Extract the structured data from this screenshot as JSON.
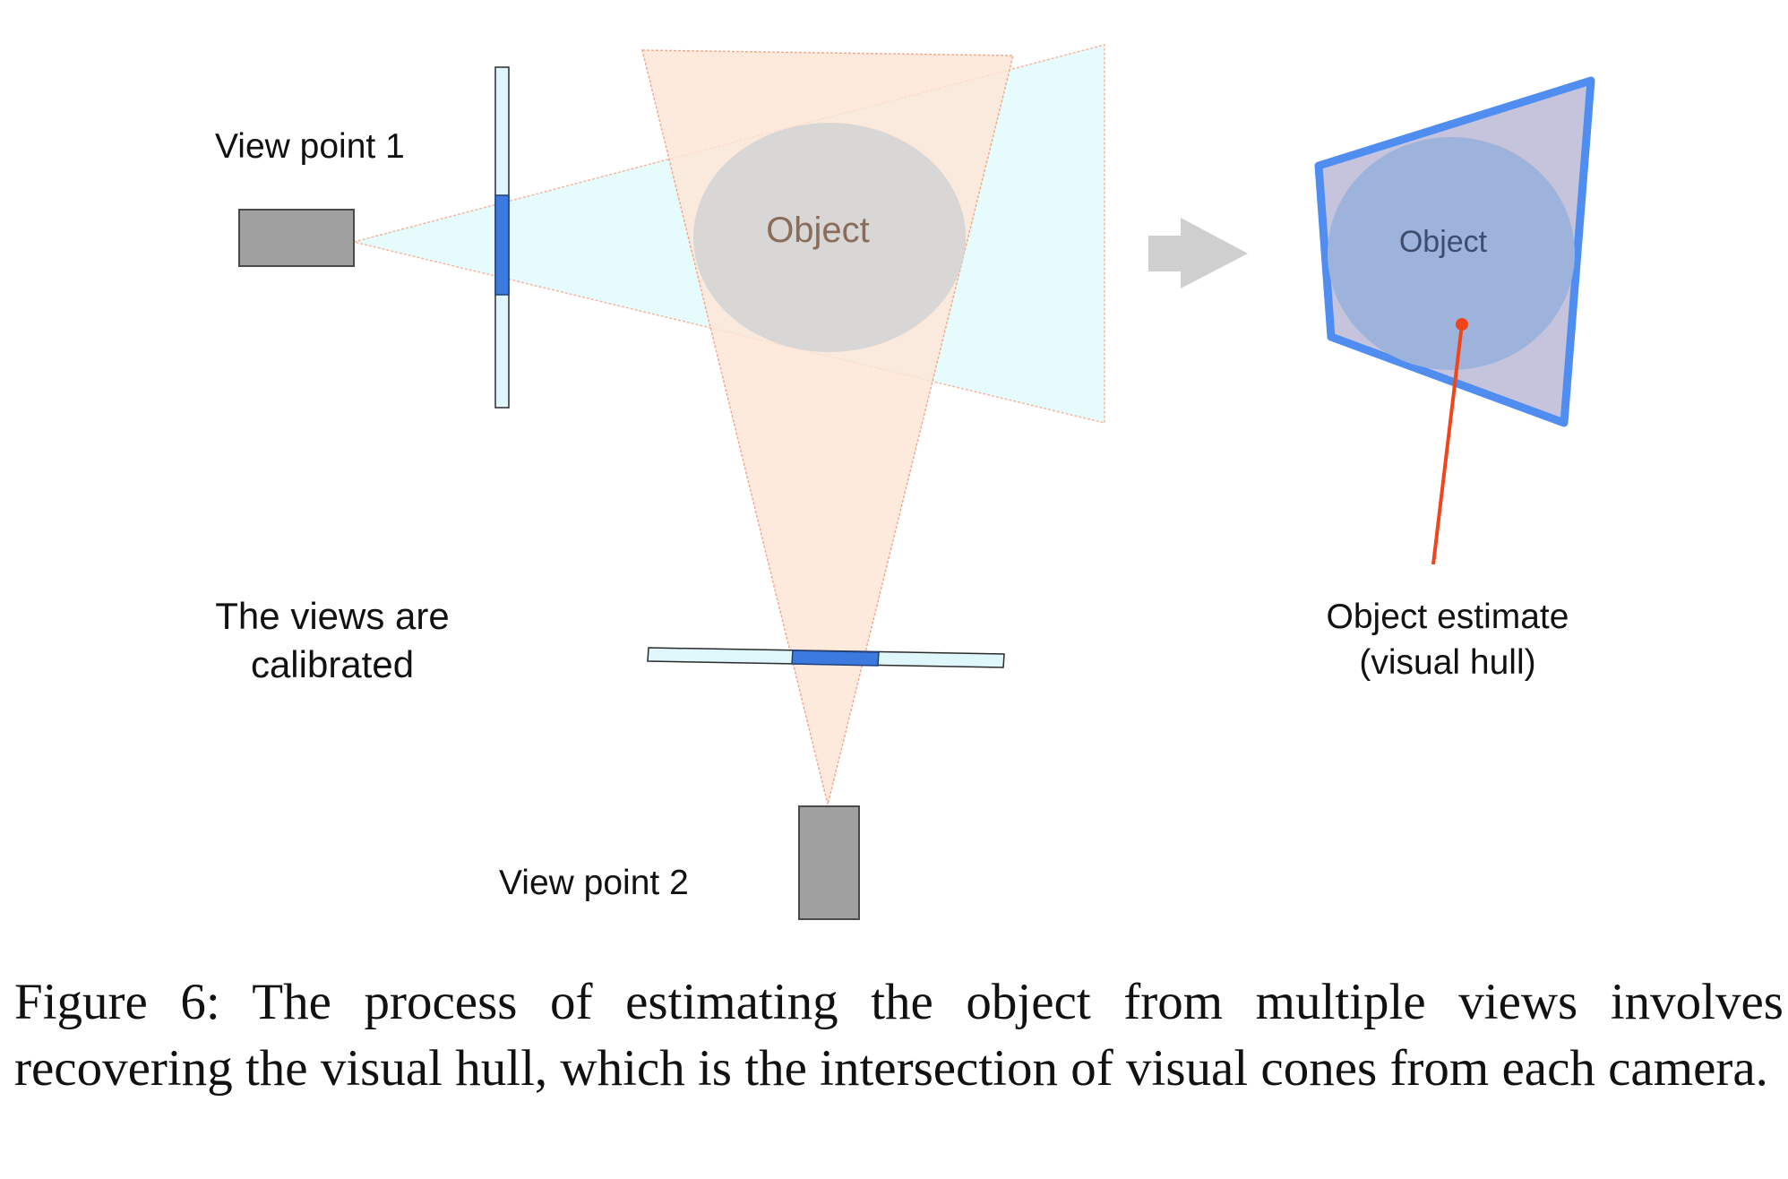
{
  "labels": {
    "view_point_1": "View point 1",
    "view_point_2": "View point 2",
    "calibrated_line1": "The views are",
    "calibrated_line2": "calibrated",
    "object": "Object",
    "hull_object": "Object",
    "estimate_line1": "Object estimate",
    "estimate_line2": "(visual hull)"
  },
  "caption": "Figure 6: The process of estimating the object from multiple views involves recovering the visual hull, which is the intersection of visual cones from each camera.",
  "colors": {
    "camera": "#a0a0a0",
    "cone_1": "#e6fbfc",
    "cone_2": "#fde5d6",
    "image_plane": "#dff6fb",
    "silhouette": "#3d7ae0",
    "object": "#d4d4d4",
    "hull_outline": "#4f8ef0",
    "hull_fill": "#c5c4dc",
    "hull_object": "#9db3dc",
    "pointer": "#f0451a",
    "arrow": "#cfcfcf"
  },
  "icons": {
    "camera_1": "camera-box",
    "camera_2": "camera-box",
    "transition_arrow": "right-arrow"
  }
}
